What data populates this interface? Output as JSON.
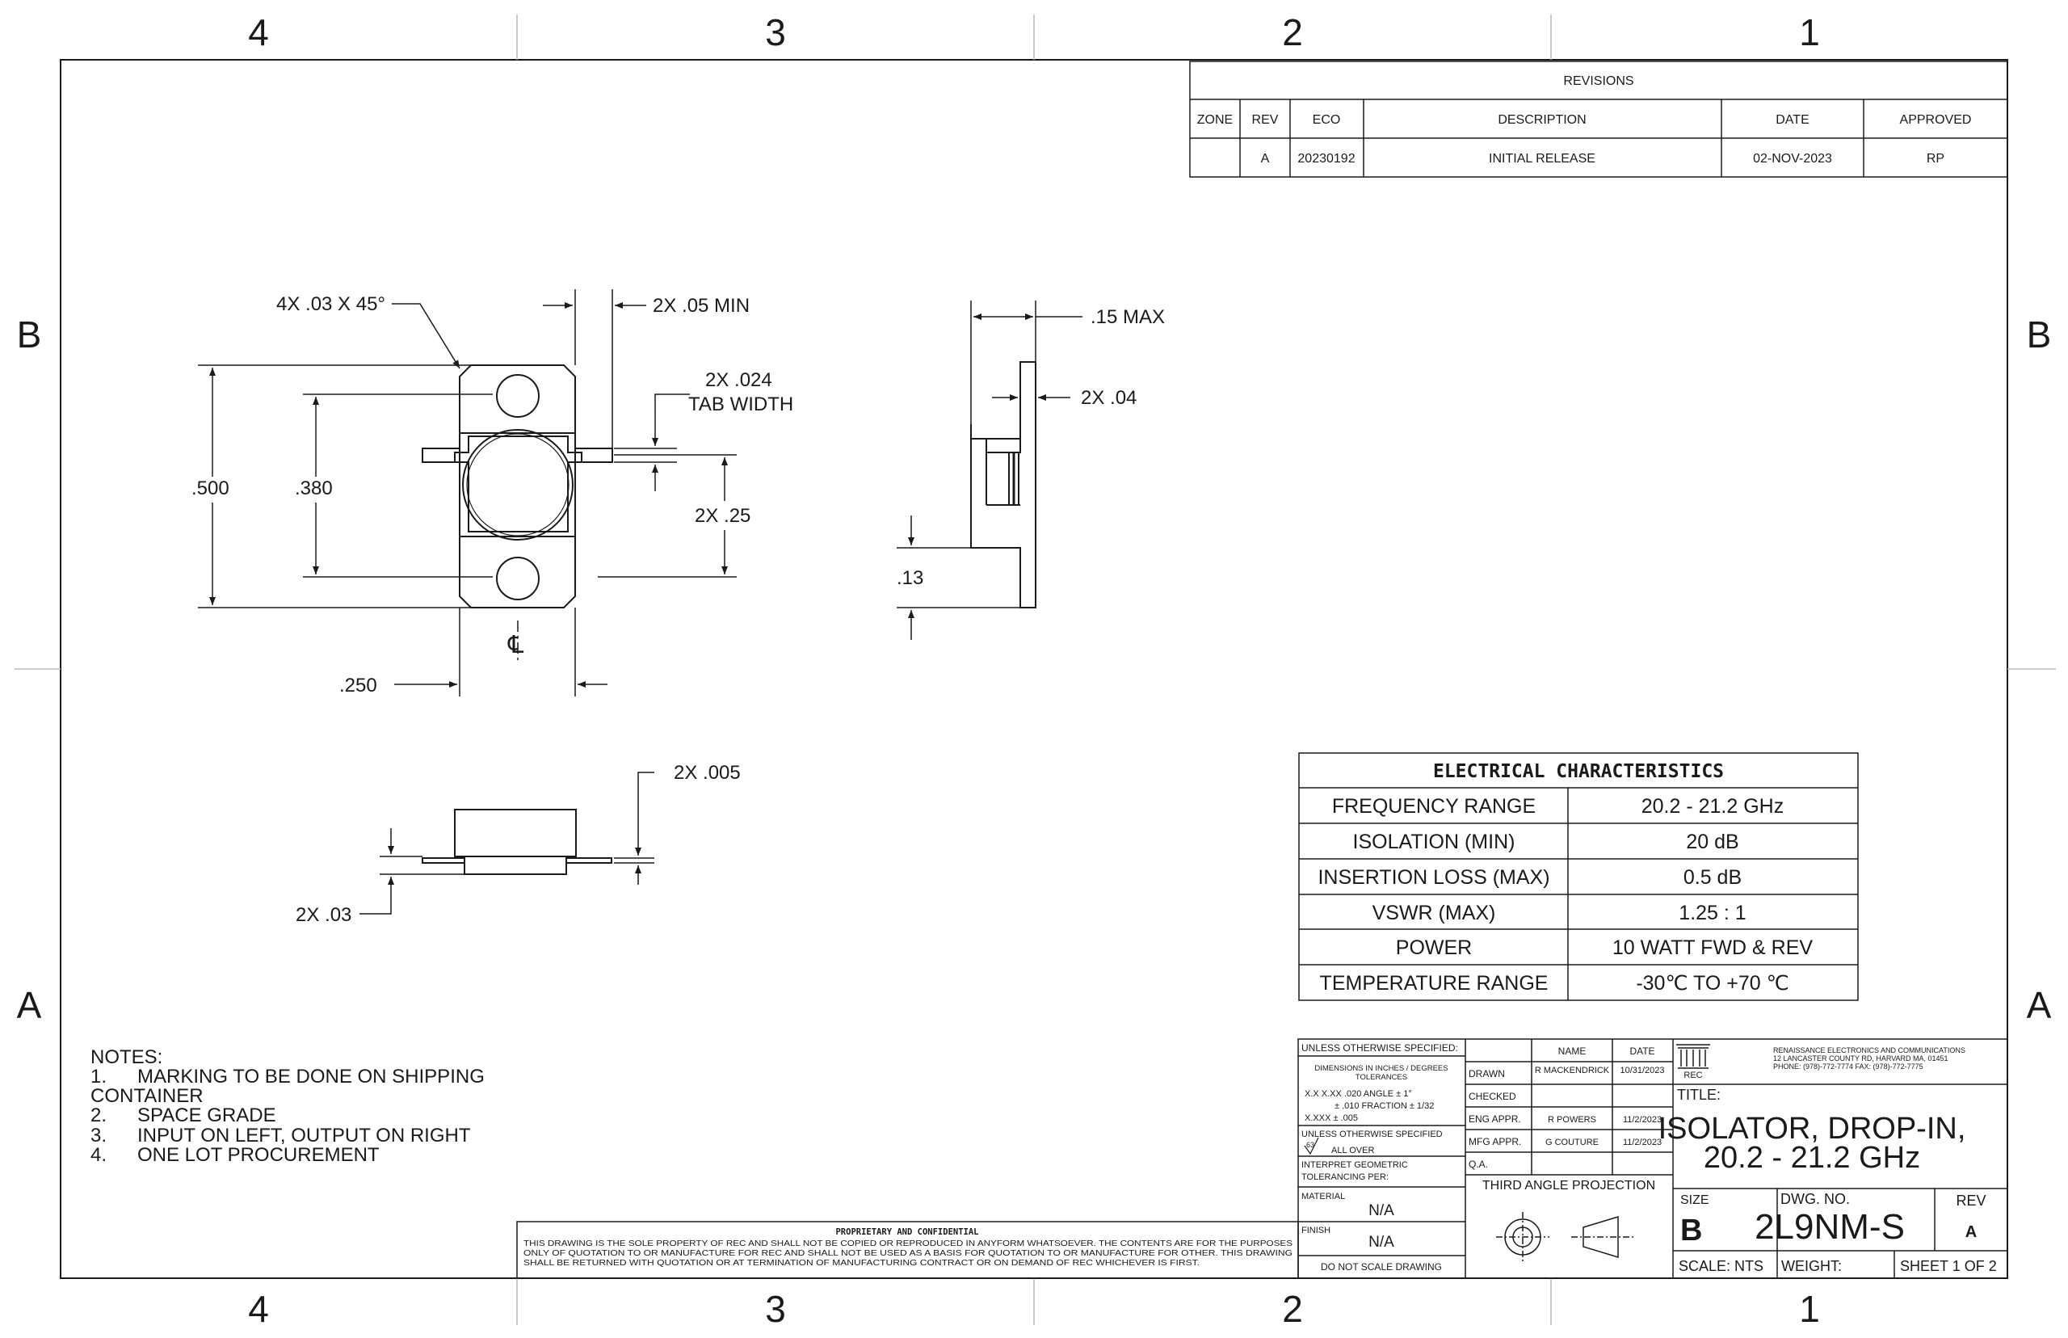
{
  "zones": {
    "columns": [
      "4",
      "3",
      "2",
      "1"
    ],
    "rows": [
      "B",
      "A"
    ]
  },
  "revisions": {
    "title": "REVISIONS",
    "headers": [
      "ZONE",
      "REV",
      "ECO",
      "DESCRIPTION",
      "DATE",
      "APPROVED"
    ],
    "rows": [
      [
        "",
        "A",
        "20230192",
        "INITIAL RELEASE",
        "02-NOV-2023",
        "RP"
      ]
    ]
  },
  "dimensions": {
    "chamfer": "4X .03 X 45°",
    "min_gap": "2X .05 MIN",
    "tab_width_value": "2X .024",
    "tab_width_label": "TAB WIDTH",
    "overall_height": ".500",
    "hole_spacing": ".380",
    "tab_offset": "2X .25",
    "half_width": ".250",
    "centerline": "℄",
    "side_max": ".15 MAX",
    "flange_thk": "2X .04",
    "tab_height": ".13",
    "tab_thk_bottom": "2X .005",
    "bottom_thk": "2X .03"
  },
  "electrical": {
    "title": "ELECTRICAL CHARACTERISTICS",
    "rows": [
      {
        "label": "FREQUENCY RANGE",
        "value": "20.2 - 21.2 GHz"
      },
      {
        "label": "ISOLATION (MIN)",
        "value": "20 dB"
      },
      {
        "label": "INSERTION LOSS (MAX)",
        "value": "0.5 dB"
      },
      {
        "label": "VSWR (MAX)",
        "value": "1.25 : 1"
      },
      {
        "label": "POWER",
        "value": "10 WATT FWD & REV"
      },
      {
        "label": "TEMPERATURE RANGE",
        "value": "-30℃ TO +70 ℃"
      }
    ]
  },
  "notes": {
    "heading": "NOTES:",
    "items": [
      {
        "num": "1.",
        "text": "MARKING TO BE DONE ON SHIPPING"
      },
      {
        "num": "",
        "text": "CONTAINER"
      },
      {
        "num": "2.",
        "text": "SPACE GRADE"
      },
      {
        "num": "3.",
        "text": "INPUT ON LEFT, OUTPUT ON RIGHT"
      },
      {
        "num": "4.",
        "text": "ONE LOT PROCUREMENT"
      }
    ]
  },
  "proprietary": {
    "title": "PROPRIETARY AND CONFIDENTIAL",
    "lines": [
      "THIS DRAWING IS THE SOLE PROPERTY OF REC AND SHALL NOT BE COPIED OR REPRODUCED IN ANYFORM WHATSOEVER. THE CONTENTS ARE FOR THE PURPOSES",
      "ONLY OF QUOTATION TO OR MANUFACTURE FOR REC AND SHALL NOT BE USED AS A BASIS FOR QUOTATION TO OR MANUFACTURE FOR OTHER. THIS DRAWING",
      "SHALL BE RETURNED WITH QUOTATION OR AT TERMINATION OF MANUFACTURING CONTRACT OR ON DEMAND OF REC WHICHEVER IS FIRST."
    ]
  },
  "title_block": {
    "unless_specified": "UNLESS OTHERWISE SPECIFIED:",
    "dims_note_1": "DIMENSIONS IN INCHES / DEGREES",
    "dims_note_2": "TOLERANCES",
    "tol_line_1": "X.X X.XX .020   ANGLE    ± 1°",
    "tol_line_2": "± .010   FRACTION  ± 1/32",
    "tol_line_3": "X.XXX ± .005",
    "finish_spec": "UNLESS OTHERWISE SPECIFIED",
    "finish_all_over": "ALL OVER",
    "finish_symbol": "63",
    "geom_1": "INTERPRET GEOMETRIC",
    "geom_2": "TOLERANCING PER:",
    "material_label": "MATERIAL",
    "material_value": "N/A",
    "finish_label": "FINISH",
    "finish_value": "N/A",
    "do_not_scale": "DO NOT SCALE DRAWING",
    "name_header": "NAME",
    "date_header": "DATE",
    "signoffs": [
      {
        "role": "DRAWN",
        "name": "R MACKENDRICK",
        "date": "10/31/2023"
      },
      {
        "role": "CHECKED",
        "name": "",
        "date": ""
      },
      {
        "role": "ENG APPR.",
        "name": "R POWERS",
        "date": "11/2/2023"
      },
      {
        "role": "MFG APPR.",
        "name": "G COUTURE",
        "date": "11/2/2023"
      },
      {
        "role": "Q.A.",
        "name": "",
        "date": ""
      }
    ],
    "projection": "THIRD ANGLE PROJECTION",
    "logo_text": "REC",
    "company_1": "RENAISSANCE ELECTRONICS AND COMMUNICATIONS",
    "company_2": "12 LANCASTER COUNTY RD, HARVARD MA, 01451",
    "company_3": "PHONE: (978)-772-7774        FAX: (978)-772-7775",
    "title_label": "TITLE:",
    "title_line_1": "ISOLATOR, DROP-IN,",
    "title_line_2": "20.2 - 21.2 GHz",
    "size_label": "SIZE",
    "size_value": "B",
    "dwg_label": "DWG.  NO.",
    "dwg_value": "2L9NM-S",
    "rev_label": "REV",
    "rev_value": "A",
    "scale": "SCALE: NTS",
    "weight": "WEIGHT:",
    "sheet": "SHEET 1 OF 2"
  }
}
